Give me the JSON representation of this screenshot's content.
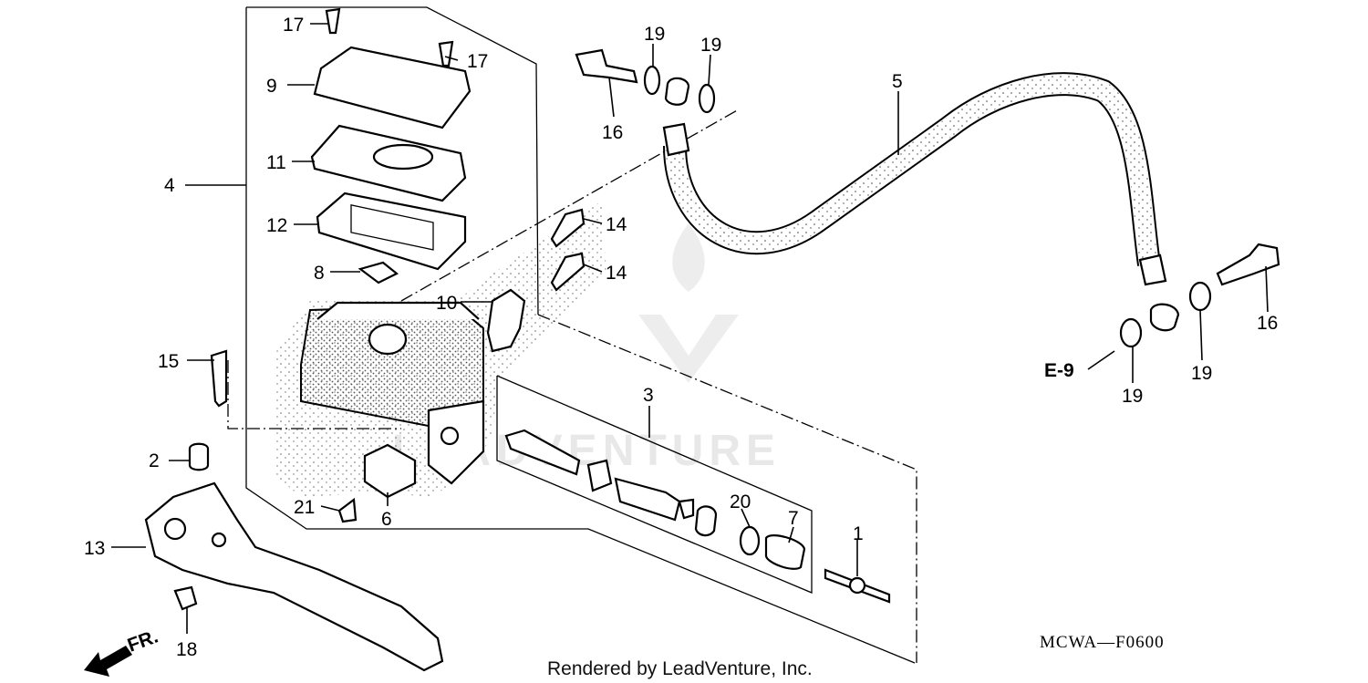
{
  "callouts": [
    {
      "id": "c1",
      "text": "1"
    },
    {
      "id": "c2",
      "text": "2"
    },
    {
      "id": "c3",
      "text": "3"
    },
    {
      "id": "c4",
      "text": "4"
    },
    {
      "id": "c5",
      "text": "5"
    },
    {
      "id": "c6",
      "text": "6"
    },
    {
      "id": "c7",
      "text": "7"
    },
    {
      "id": "c8",
      "text": "8"
    },
    {
      "id": "c9",
      "text": "9"
    },
    {
      "id": "c10",
      "text": "10"
    },
    {
      "id": "c11",
      "text": "11"
    },
    {
      "id": "c12",
      "text": "12"
    },
    {
      "id": "c13",
      "text": "13"
    },
    {
      "id": "c14a",
      "text": "14"
    },
    {
      "id": "c14b",
      "text": "14"
    },
    {
      "id": "c15",
      "text": "15"
    },
    {
      "id": "c16a",
      "text": "16"
    },
    {
      "id": "c16b",
      "text": "16"
    },
    {
      "id": "c17a",
      "text": "17"
    },
    {
      "id": "c17b",
      "text": "17"
    },
    {
      "id": "c18",
      "text": "18"
    },
    {
      "id": "c19a",
      "text": "19"
    },
    {
      "id": "c19b",
      "text": "19"
    },
    {
      "id": "c19c",
      "text": "19"
    },
    {
      "id": "c19d",
      "text": "19"
    },
    {
      "id": "c20",
      "text": "20"
    },
    {
      "id": "c21",
      "text": "21"
    }
  ],
  "ref_label": "E-9",
  "front_marker": "FR.",
  "diagram_code": "MCWA—F0600",
  "credit": "Rendered by LeadVenture, Inc.",
  "watermark": "LEADVENTURE"
}
